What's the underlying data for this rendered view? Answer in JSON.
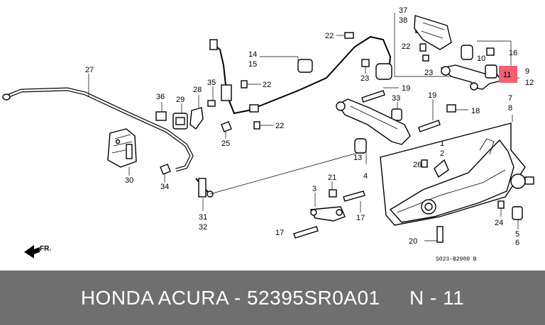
{
  "diagram": {
    "callouts": [
      {
        "id": "c27",
        "text": "27"
      },
      {
        "id": "c14",
        "text": "14"
      },
      {
        "id": "c15",
        "text": "15"
      },
      {
        "id": "c22a",
        "text": "22"
      },
      {
        "id": "c22b",
        "text": "22"
      },
      {
        "id": "c22c",
        "text": "22"
      },
      {
        "id": "c22d",
        "text": "22"
      },
      {
        "id": "c23a",
        "text": "23"
      },
      {
        "id": "c23b",
        "text": "23"
      },
      {
        "id": "c37",
        "text": "37"
      },
      {
        "id": "c38",
        "text": "38"
      },
      {
        "id": "c10",
        "text": "10"
      },
      {
        "id": "c16",
        "text": "16"
      },
      {
        "id": "c11",
        "text": "11"
      },
      {
        "id": "c9",
        "text": "9"
      },
      {
        "id": "c12",
        "text": "12"
      },
      {
        "id": "c36",
        "text": "36"
      },
      {
        "id": "c29",
        "text": "29"
      },
      {
        "id": "c28",
        "text": "28"
      },
      {
        "id": "c35",
        "text": "35"
      },
      {
        "id": "c19a",
        "text": "19"
      },
      {
        "id": "c19b",
        "text": "19"
      },
      {
        "id": "c18",
        "text": "18"
      },
      {
        "id": "c33",
        "text": "33"
      },
      {
        "id": "c7",
        "text": "7"
      },
      {
        "id": "c8",
        "text": "8"
      },
      {
        "id": "c25",
        "text": "25"
      },
      {
        "id": "c30",
        "text": "30"
      },
      {
        "id": "c34",
        "text": "34"
      },
      {
        "id": "c1",
        "text": "1"
      },
      {
        "id": "c2",
        "text": "2"
      },
      {
        "id": "c13",
        "text": "13"
      },
      {
        "id": "c4",
        "text": "4"
      },
      {
        "id": "c26",
        "text": "26"
      },
      {
        "id": "c21",
        "text": "21"
      },
      {
        "id": "c3",
        "text": "3"
      },
      {
        "id": "c17a",
        "text": "17"
      },
      {
        "id": "c17b",
        "text": "17"
      },
      {
        "id": "c31",
        "text": "31"
      },
      {
        "id": "c32",
        "text": "32"
      },
      {
        "id": "c24",
        "text": "24"
      },
      {
        "id": "c5",
        "text": "5"
      },
      {
        "id": "c6",
        "text": "6"
      },
      {
        "id": "c20",
        "text": "20"
      }
    ],
    "front_marker": "FR.",
    "drawing_code": "S023-B2900 B",
    "highlight_color": "#f06070"
  },
  "footer": {
    "text": "HONDA ACURA - 52395SR0A01     N - 11"
  }
}
